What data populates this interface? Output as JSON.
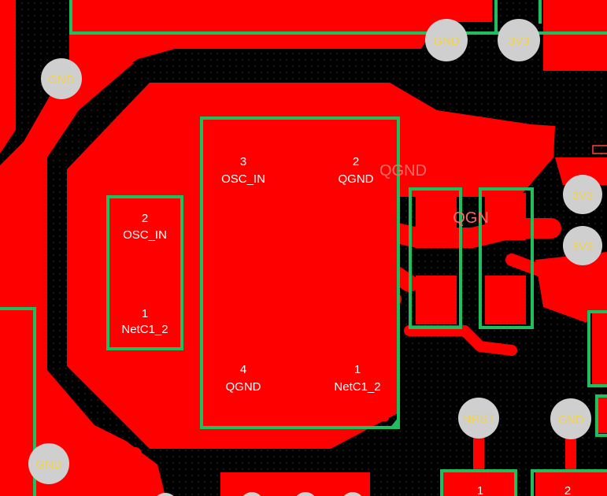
{
  "colors": {
    "board": "#000000",
    "copper": "#ff0000",
    "silkscreen": "#1fbf60",
    "via": "#cfcfcf",
    "via_label": "#f2d24a",
    "pad_label": "#ffffff"
  },
  "pads": {
    "u1_pin3": {
      "number": "3",
      "net": "OSC_IN"
    },
    "u1_pin2": {
      "number": "2",
      "net": "QGND"
    },
    "u1_pin4": {
      "number": "4",
      "net": "QGND"
    },
    "u1_pin1": {
      "number": "1",
      "net": "NetC1_2"
    },
    "c1_pin2": {
      "number": "2",
      "net": "OSC_IN"
    },
    "c1_pin1": {
      "number": "1",
      "net": "NetC1_2"
    },
    "bottom_pin1": {
      "number": "1"
    },
    "bottom_pin2": {
      "number": "2"
    }
  },
  "vias": {
    "gnd_top": "GND",
    "v3v3_top": "3V3",
    "gnd_left": "GND",
    "v3v3_right_a": "3V3",
    "v3v3_right_b": "3V3",
    "nrst": "NRST",
    "gnd_right": "GND",
    "gnd_bottom_left": "GND"
  },
  "pour_labels": {
    "qgnd_a": "QGND",
    "qgnd_b": "QGN"
  }
}
